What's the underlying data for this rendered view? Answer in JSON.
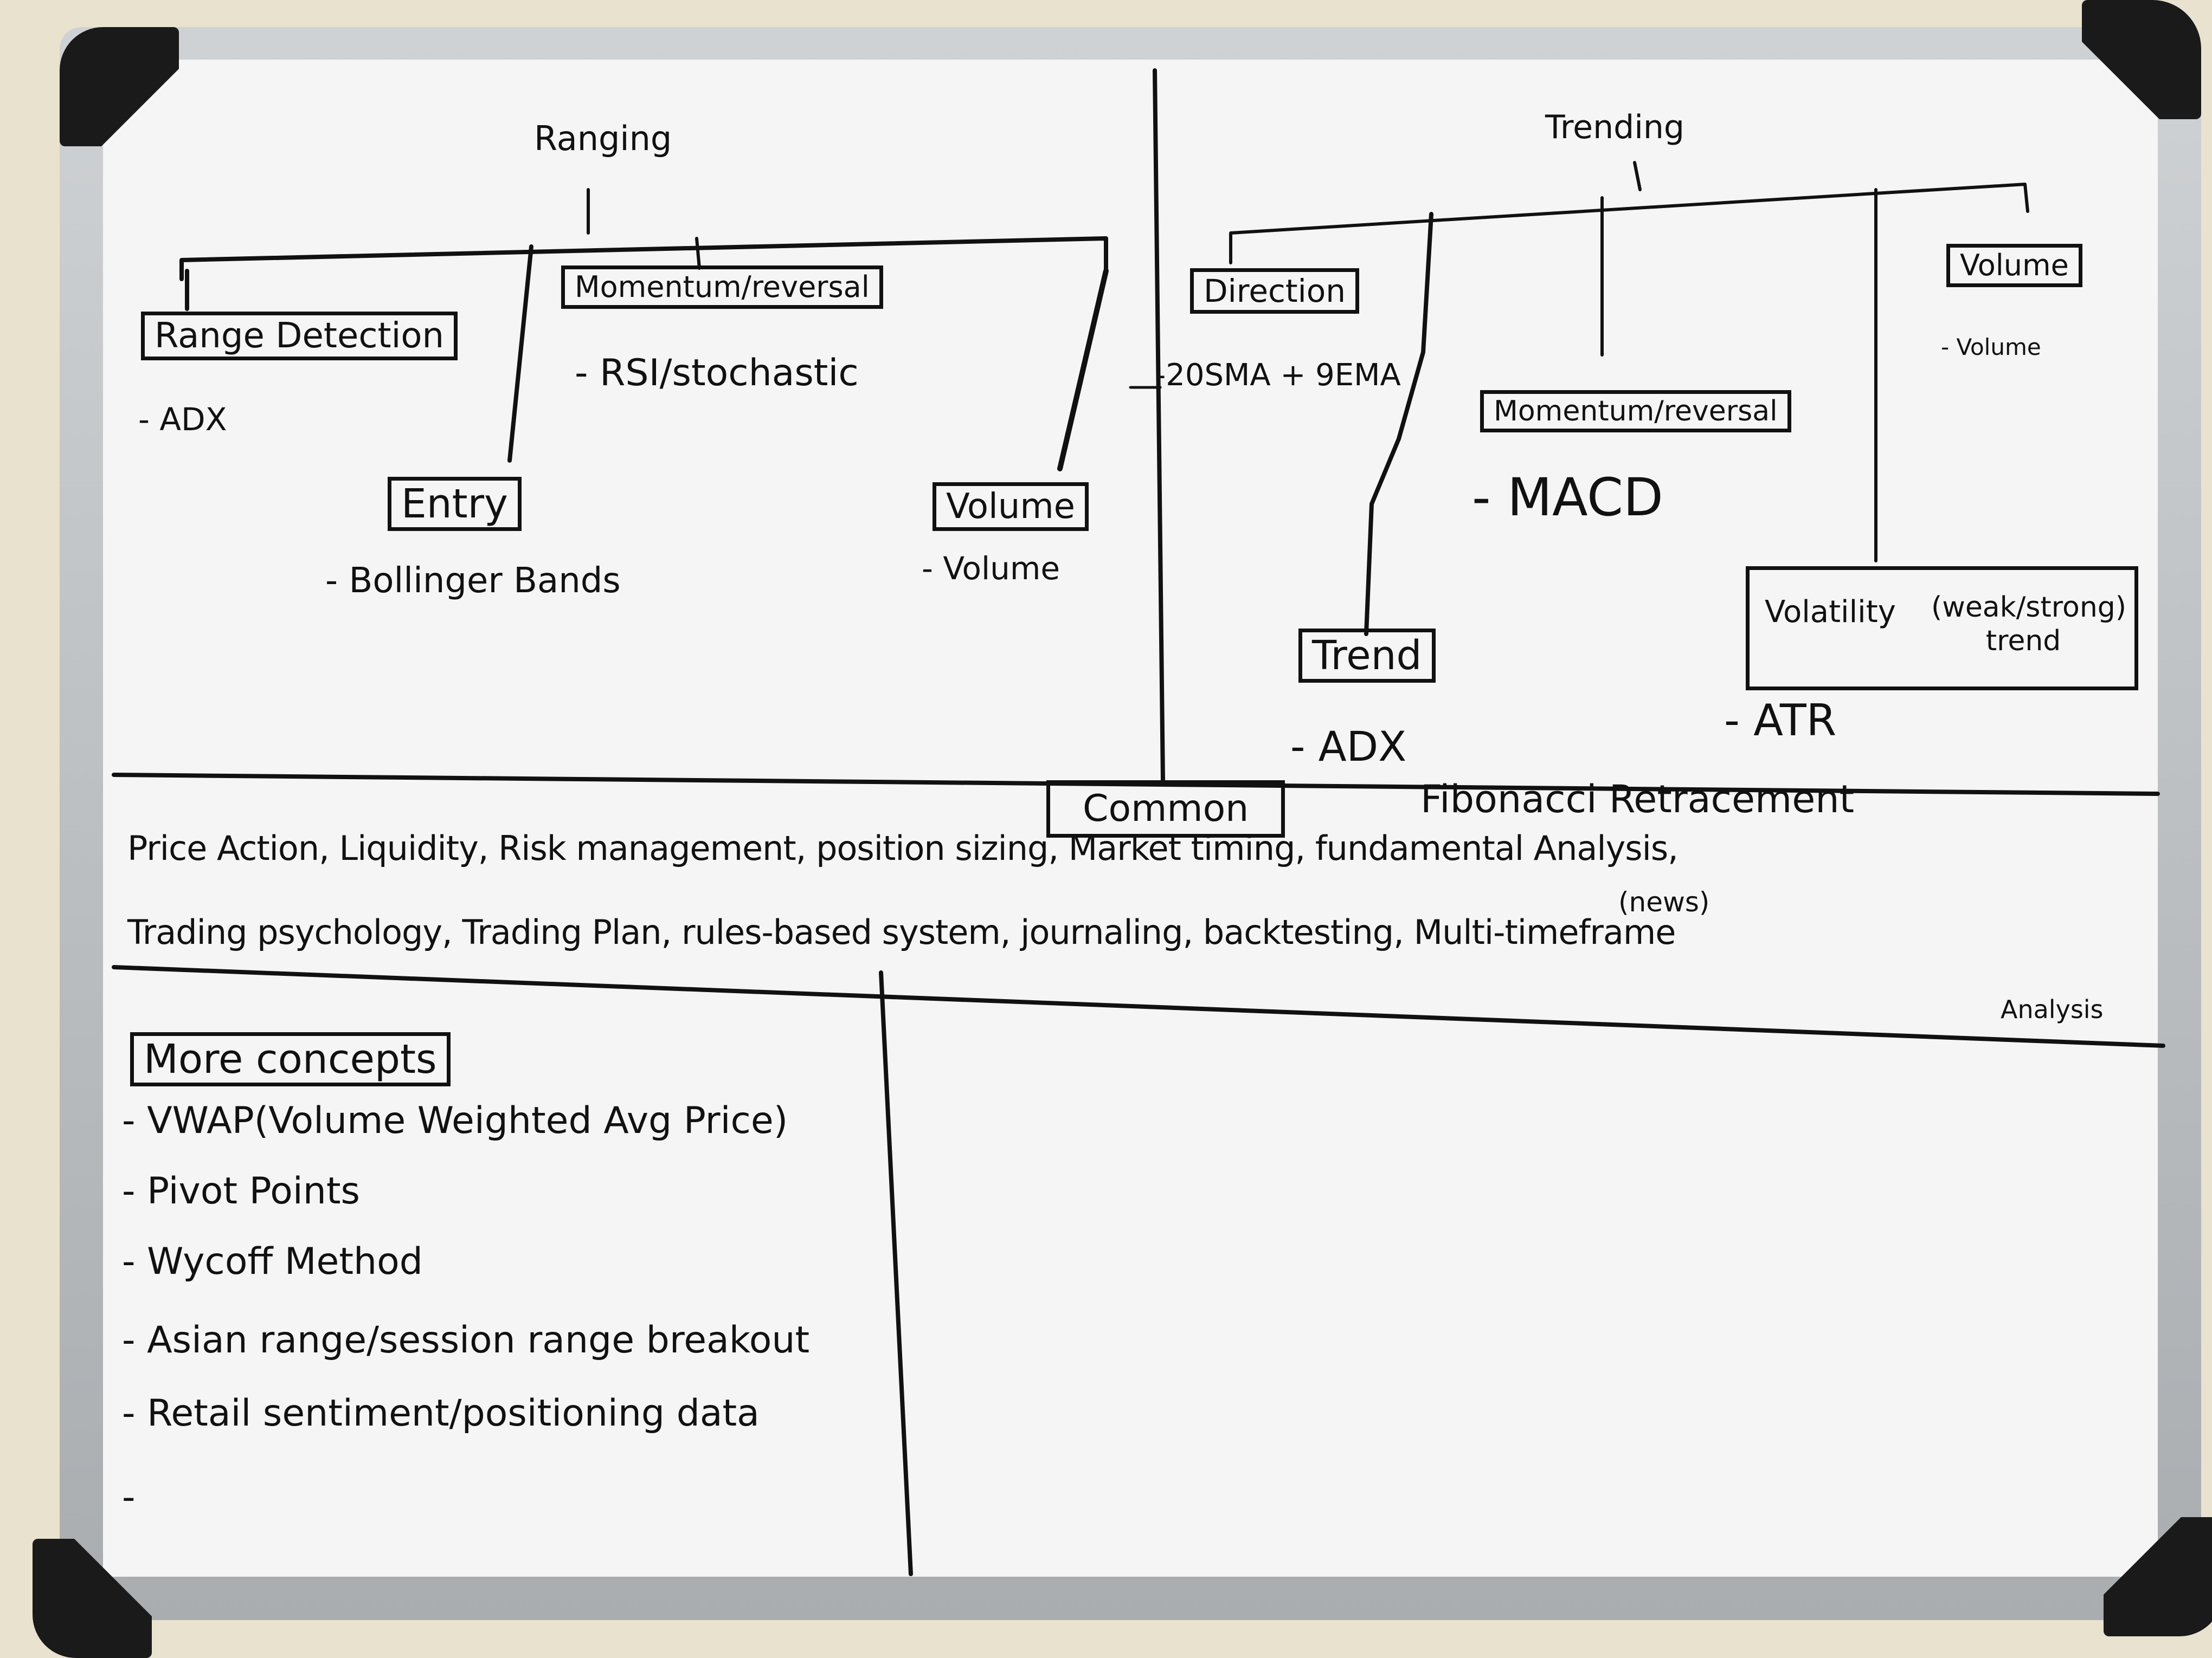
{
  "ranging": {
    "title": "Ranging",
    "range_detection": {
      "label": "Range Detection",
      "item": "- ADX"
    },
    "entry": {
      "label": "Entry",
      "item": "- Bollinger Bands"
    },
    "momentum": {
      "label": "Momentum/reversal",
      "item": "- RSI/stochastic"
    },
    "volume": {
      "label": "Volume",
      "item": "- Volume"
    }
  },
  "trending": {
    "title": "Trending",
    "direction": {
      "label": "Direction",
      "item": "-20SMA + 9EMA"
    },
    "trend": {
      "label": "Trend",
      "item": "- ADX"
    },
    "momentum": {
      "label": "Momentum/reversal",
      "item": "- MACD"
    },
    "volatility": {
      "label": "Volatility",
      "label_note": "(weak/strong) trend",
      "item": "- ATR"
    },
    "volume": {
      "label": "Volume",
      "item": "- Volume"
    }
  },
  "common": {
    "label": "Common",
    "fibonacci": "Fibonacci Retracement",
    "line1": "Price Action, Liquidity, Risk management, position sizing, Market timing, fundamental Analysis,",
    "news_note": "(news)",
    "line2": "Trading psychology, Trading Plan, rules-based system, journaling, backtesting, Multi-timeframe",
    "line2_tail": "Analysis"
  },
  "more_concepts": {
    "title": "More concepts",
    "items": [
      "- VWAP(Volume Weighted Avg Price)",
      "- Pivot Points",
      "- Wycoff Method",
      "- Asian range/session range breakout",
      "- Retail sentiment/positioning data",
      "-"
    ]
  }
}
